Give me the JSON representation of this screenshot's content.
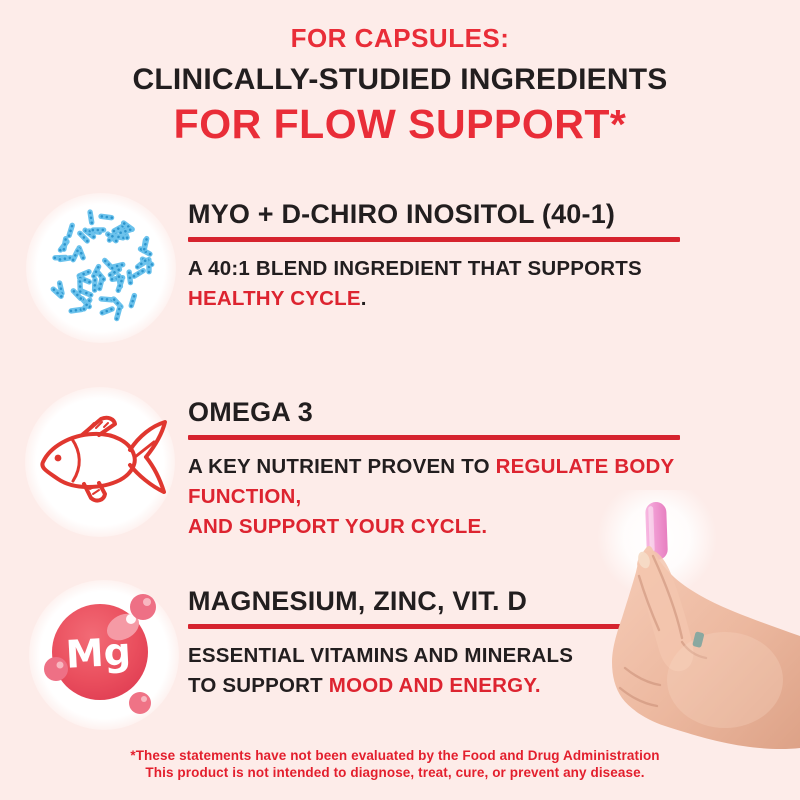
{
  "page": {
    "background_color": "#fdece9",
    "accent_red": "#e92d38",
    "rule_red": "#d6232e",
    "body_red": "#dd2430",
    "text_black": "#221e1f",
    "microbe_blue": "#6bc2ec",
    "microbe_dot_blue": "#2d95cd",
    "fish_red": "#e0372f",
    "magnesium_red": "#ea4f5e",
    "bubble_pink": "#ee7085",
    "capsule_pink": "#f09ad2",
    "skin_tone": "#eec0aa"
  },
  "header": {
    "eyebrow": "FOR CAPSULES:",
    "title": "CLINICALLY-STUDIED INGREDIENTS",
    "subtitle": "FOR FLOW SUPPORT*"
  },
  "sections": [
    {
      "icon": "inositol-microbes-icon",
      "title": "MYO + D-CHIRO INOSITOL (40-1)",
      "body": {
        "part1": "A 40:1 BLEND INGREDIENT THAT SUPPORTS",
        "part2": "HEALTHY CYCLE",
        "part3": "."
      }
    },
    {
      "icon": "omega3-fish-icon",
      "title": "OMEGA 3",
      "body": {
        "part1": "A KEY NUTRIENT PROVEN TO ",
        "part2": "REGULATE BODY FUNCTION,",
        "part3": "AND SUPPORT YOUR CYCLE."
      }
    },
    {
      "icon": "magnesium-icon",
      "icon_label": "Mg",
      "title": "MAGNESIUM, ZINC, VIT. D",
      "body": {
        "part1": "ESSENTIAL VITAMINS AND MINERALS",
        "part2": "TO SUPPORT ",
        "part3": "MOOD AND ENERGY."
      }
    }
  ],
  "photo": {
    "description_label": "hand holding pink capsule"
  },
  "disclaimer": {
    "line1": "*These statements have not been evaluated by the Food and Drug Administration",
    "line2": "This product is  not intended to diagnose, treat, cure, or prevent any disease."
  }
}
